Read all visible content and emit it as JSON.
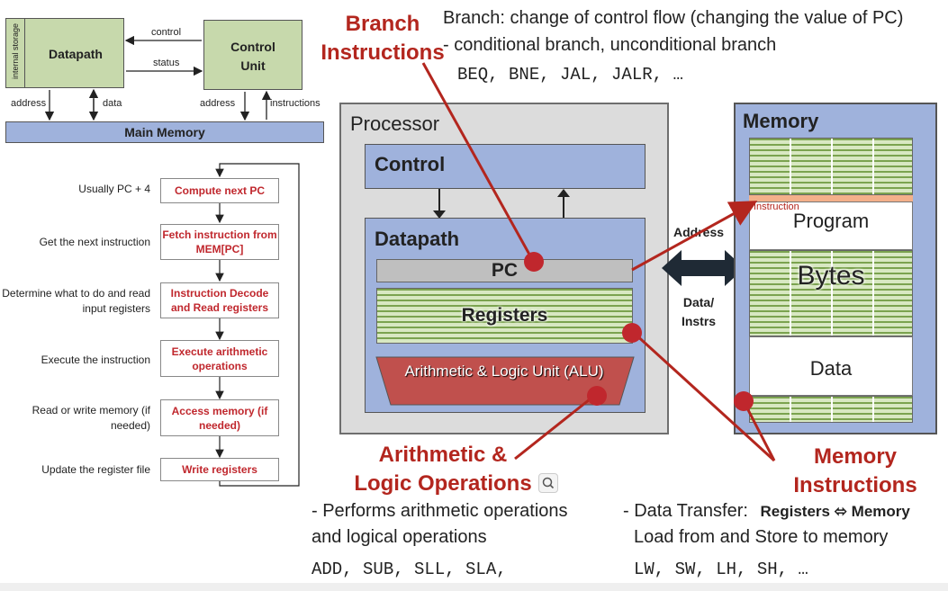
{
  "top_left": {
    "internal_storage": "internal storage",
    "datapath": "Datapath",
    "control_unit": "Control Unit",
    "control": "control",
    "status": "status",
    "address_left": "address",
    "data": "data",
    "address_right": "address",
    "instructions": "instructions",
    "main_memory": "Main Memory"
  },
  "flow": [
    {
      "label": "Usually PC + 4",
      "box": "Compute next PC"
    },
    {
      "label": "Get the next instruction",
      "box": "Fetch instruction from MEM[PC]"
    },
    {
      "label": "Determine what to do and read input registers",
      "box": "Instruction Decode and Read registers"
    },
    {
      "label": "Execute the instruction",
      "box": "Execute arithmetic operations"
    },
    {
      "label": "Read or write memory (if needed)",
      "box": "Access memory (if needed)"
    },
    {
      "label": "Update the register file",
      "box": "Write registers"
    }
  ],
  "branch": {
    "title": "Branch Instructions",
    "desc1": "Branch: change of control flow (changing the value of PC)",
    "desc2": "- conditional branch, unconditional branch",
    "examples": "BEQ, BNE, JAL, JALR, …"
  },
  "processor": {
    "title": "Processor",
    "control": "Control",
    "datapath": "Datapath",
    "pc": "PC",
    "registers": "Registers",
    "alu": "Arithmetic & Logic Unit (ALU)"
  },
  "bus": {
    "address": "Address",
    "data_instrs": "Data/ Instrs"
  },
  "memory": {
    "title": "Memory",
    "instruction": "Instruction",
    "program": "Program",
    "bytes": "Bytes",
    "data": "Data"
  },
  "alu_ops": {
    "title": "Arithmetic & Logic Operations",
    "desc1": "- Performs arithmetic operations",
    "desc2": "and logical operations",
    "examples": "ADD, SUB, SLL, SLA,"
  },
  "mem_ops": {
    "title": "Memory Instructions",
    "desc_prefix": "- Data Transfer:",
    "desc_bold": "Registers ⬄ Memory",
    "desc2": "Load from and Store to memory",
    "examples": "LW, SW, LH, SH, …"
  }
}
